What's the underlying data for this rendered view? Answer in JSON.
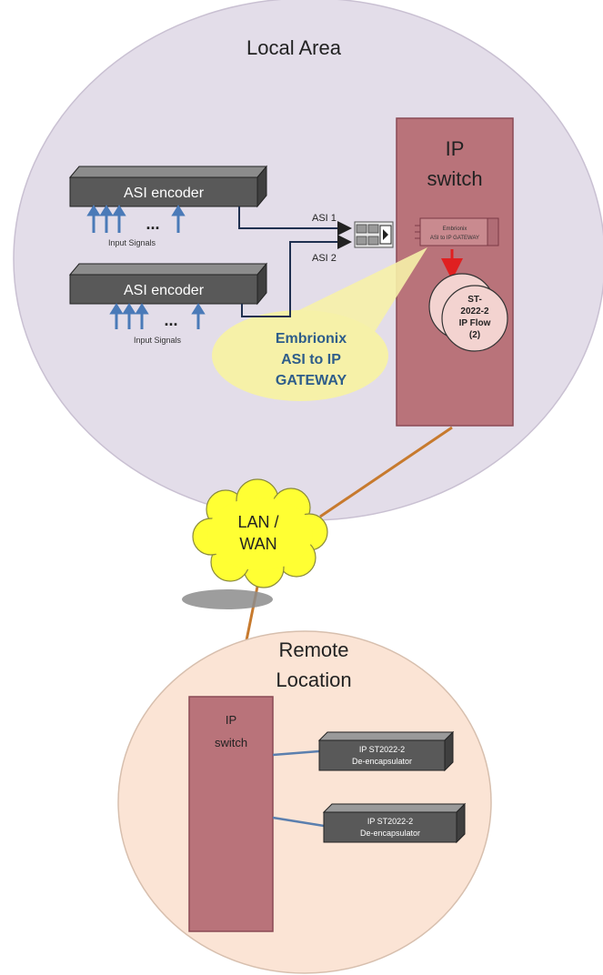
{
  "local": {
    "title": "Local Area",
    "ip_switch": [
      "IP",
      "switch"
    ],
    "encoders": [
      {
        "label": "ASI encoder",
        "ellipsis": "...",
        "caption": "Input Signals"
      },
      {
        "label": "ASI encoder",
        "ellipsis": "...",
        "caption": "Input Signals"
      }
    ],
    "asi_links": [
      "ASI 1",
      "ASI 2"
    ],
    "gateway_module": [
      "Embrionix",
      "ASI to IP GATEWAY"
    ],
    "callout": [
      "Embrionix",
      "ASI to IP",
      "GATEWAY"
    ],
    "flow": [
      "ST-",
      "2022-2",
      "IP Flow",
      "(2)"
    ]
  },
  "network": {
    "label": [
      "LAN /",
      "WAN"
    ]
  },
  "remote": {
    "title": [
      "Remote",
      "Location"
    ],
    "ip_switch": [
      "IP",
      "switch"
    ],
    "decapsulators": [
      [
        "IP ST2022-2",
        "De-encapsulator"
      ],
      [
        "IP ST2022-2",
        "De-encapsulator"
      ]
    ]
  },
  "colors": {
    "local_area": "#e3dde9",
    "remote_area": "#fbe4d5",
    "switch_fill": "#b9737a",
    "device_fill": "#595959",
    "arrow_blue": "#4a7ab8",
    "callout_fill": "#f6f1a8",
    "callout_text": "#2e5d8a",
    "cloud_fill": "#ffff33",
    "wan_link": "#c77a2e",
    "remote_link": "#5b7fae",
    "red_arrow": "#e02020"
  }
}
